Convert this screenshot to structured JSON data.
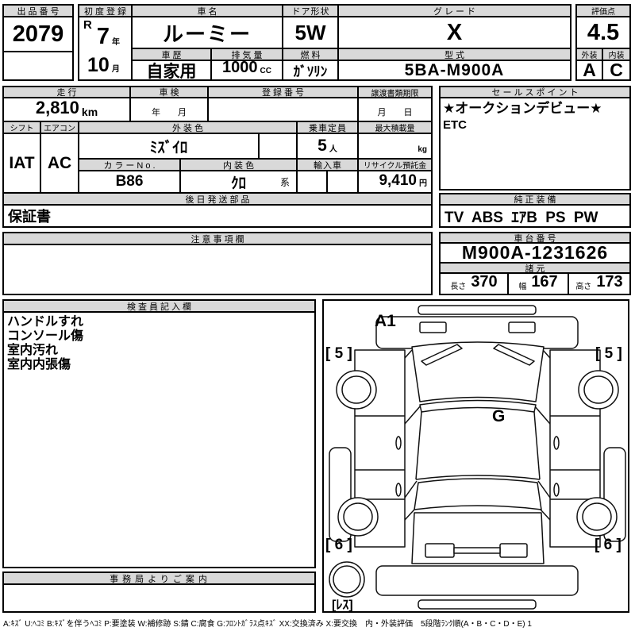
{
  "colors": {
    "header_bg": "#d9d9d9",
    "border": "#000000",
    "background": "#ffffff"
  },
  "top": {
    "auction_no": {
      "label": "出品番号",
      "value": "2079"
    },
    "first_reg": {
      "label": "初度登録",
      "era": "R",
      "year": "7",
      "year_unit": "年",
      "month": "10",
      "month_unit": "月"
    },
    "car_name": {
      "label": "車名",
      "value": "ルーミー"
    },
    "history": {
      "label": "車歴",
      "value": "自家用"
    },
    "displacement": {
      "label": "排気量",
      "value": "1000",
      "unit": "CC"
    },
    "door": {
      "label": "ドア形状",
      "value": "5W"
    },
    "fuel": {
      "label": "燃料",
      "value": "ｶﾞｿﾘﾝ"
    },
    "grade": {
      "label": "グレード",
      "value": "X"
    },
    "model": {
      "label": "型式",
      "value": "5BA-M900A"
    },
    "score": {
      "label": "評価点",
      "value": "4.5"
    },
    "exterior": {
      "label": "外装",
      "value": "A"
    },
    "interior": {
      "label": "内装",
      "value": "C"
    }
  },
  "mid": {
    "mileage": {
      "label": "走行",
      "value": "2,810",
      "unit": "km"
    },
    "shaken": {
      "label": "車検",
      "value": "年　　月"
    },
    "reg_no": {
      "label": "登録番号",
      "value": ""
    },
    "transfer": {
      "label": "譲渡書類期限",
      "value": "月　　日"
    },
    "shift": {
      "label": "シフト",
      "value": "IAT"
    },
    "aircon": {
      "label": "エアコン",
      "value": "AC"
    },
    "ext_color": {
      "label": "外装色",
      "value": "ﾐｽﾞｲﾛ"
    },
    "capacity": {
      "label": "乗車定員",
      "value": "5",
      "unit": "人"
    },
    "max_load": {
      "label": "最大積載量",
      "value": "",
      "unit": "kg"
    },
    "color_no": {
      "label": "カラーNo.",
      "value": "B86"
    },
    "int_color": {
      "label": "内装色",
      "value": "ｸﾛ",
      "unit": "系"
    },
    "import_car": {
      "label": "輸入車",
      "value": ""
    },
    "recycle": {
      "label": "リサイクル預託金",
      "value": "9,410",
      "unit": "円"
    },
    "later_parts": {
      "label": "後日発送部品",
      "value": "保証書"
    }
  },
  "sales": {
    "label": "セールスポイント",
    "lines": [
      "★オークションデビュー★",
      "ETC"
    ]
  },
  "equipment": {
    "label": "純正装備",
    "value": "TV ABS ｴｱB PS PW"
  },
  "notes": {
    "label": "注意事項欄",
    "value": ""
  },
  "chassis": {
    "label": "車台番号",
    "value": "M900A-1231626"
  },
  "specs": {
    "label": "諸元",
    "length_label": "長さ",
    "length": "370",
    "width_label": "幅",
    "width": "167",
    "height_label": "高さ",
    "height": "173"
  },
  "inspector": {
    "label": "検査員記入欄",
    "lines": [
      "ハンドルすれ",
      "コンソール傷",
      "室内汚れ",
      "室内内張傷"
    ]
  },
  "office": {
    "label": "事務局よりご案内",
    "value": ""
  },
  "diagram": {
    "front_label": "A1",
    "glass_label": "G",
    "left_front": "[ 5 ]",
    "right_front": "[ 5 ]",
    "left_rear": "[ 6 ]",
    "right_rear": "[ 6 ]",
    "spare_label": "[ﾚｽ]"
  },
  "legend": "A:ｷｽﾞ U:ﾍｺﾐ B:ｷｽﾞを伴うﾍｺﾐ P:要塗装 W:補修跡 S:錆 C:腐食 G:ﾌﾛﾝﾄｶﾞﾗｽ点ｷｽﾞ XX:交換済み X:要交換　内・外装評価　5段階ﾗﾝｸ順(A・B・C・D・E) 1"
}
